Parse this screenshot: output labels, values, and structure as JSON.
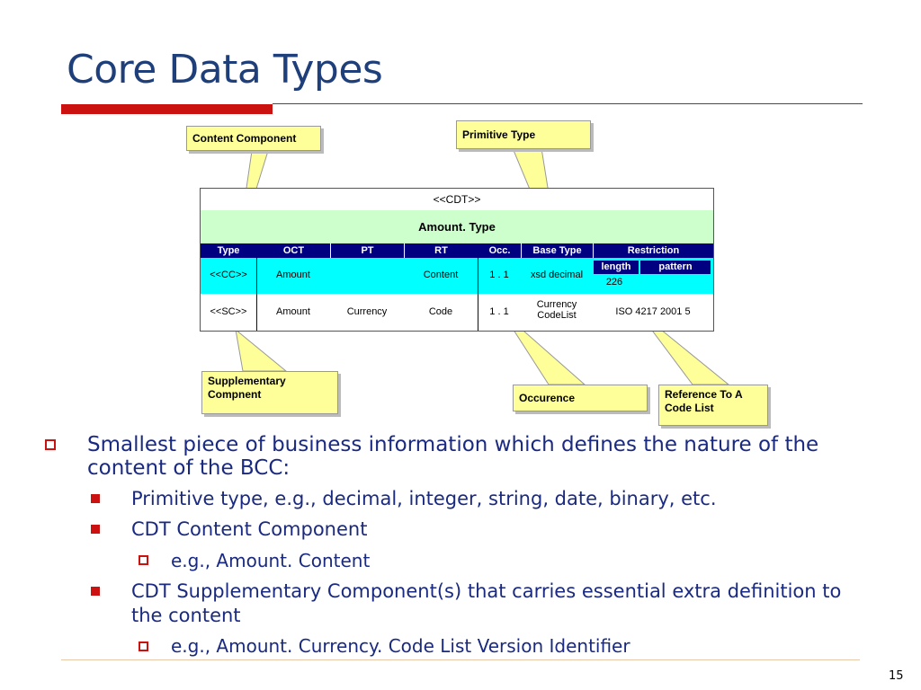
{
  "slide": {
    "title": "Core Data Types",
    "page_number": "15"
  },
  "diagram": {
    "stereotype": "<<CDT>>",
    "type_name": "Amount.   Type",
    "columns": [
      "Type",
      "OCT",
      "PT",
      "RT",
      "Occ.",
      "Base Type",
      "Restriction"
    ],
    "restriction_subheaders": [
      "length",
      "pattern"
    ],
    "rows": [
      {
        "type": "<<CC>>",
        "oct": "Amount",
        "pt": "",
        "rt": "Content",
        "occ": "1 . 1",
        "base_type": "xsd decimal",
        "restriction_length": "226",
        "restriction_pattern": ""
      },
      {
        "type": "<<SC>>",
        "oct": "Amount",
        "pt": "Currency",
        "rt": "Code",
        "occ": "1 . 1",
        "base_type": "Currency CodeList",
        "restriction": "ISO 4217 2001 5"
      }
    ],
    "callouts": {
      "content_component": "Content Component",
      "primitive_type": "Primitive Type",
      "supplementary": "Supplementary Compnent",
      "occurence": "Occurence",
      "reference": "Reference To A Code List"
    },
    "callout_color": "#ffff99",
    "header_color": "#000080",
    "cc_row_color": "#00ffff",
    "name_row_color": "#ccffcc"
  },
  "bullets": [
    {
      "level": 1,
      "marker": "hollow-square",
      "text": "Smallest piece of business information which defines the nature of the content of the BCC:"
    },
    {
      "level": 2,
      "marker": "solid-square",
      "text": "Primitive type, e.g., decimal, integer, string, date, binary, etc."
    },
    {
      "level": 2,
      "marker": "solid-square",
      "text": "CDT Content Component"
    },
    {
      "level": 3,
      "marker": "hollow-square",
      "text": "e.g., Amount. Content"
    },
    {
      "level": 2,
      "marker": "solid-square",
      "text": "CDT Supplementary Component(s) that carries essential extra definition to the content"
    },
    {
      "level": 3,
      "marker": "hollow-square",
      "text": "e.g., Amount. Currency. Code List Version Identifier"
    }
  ],
  "colors": {
    "title": "#1f3f7a",
    "accent_red": "#cc1111",
    "bullet_text": "#1a2a80"
  }
}
